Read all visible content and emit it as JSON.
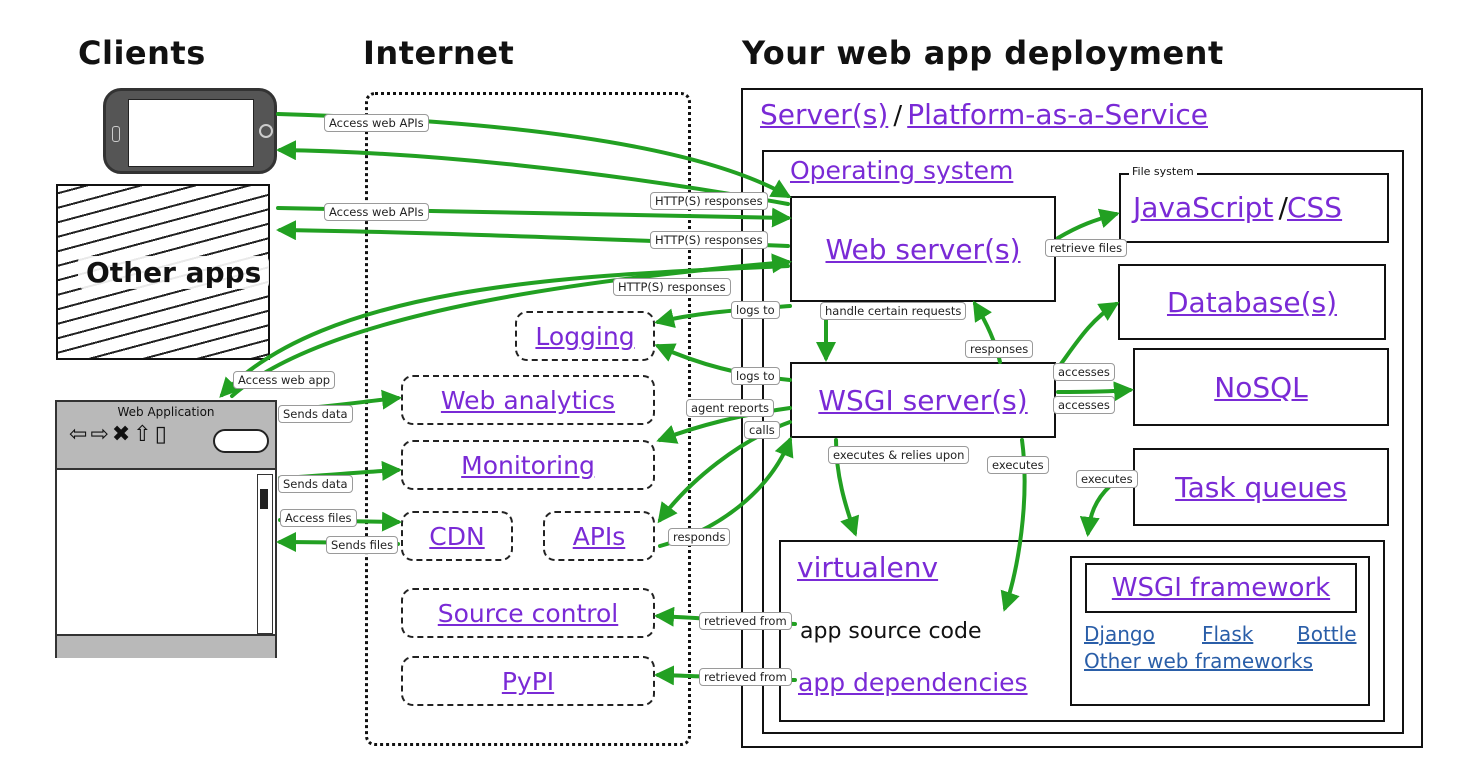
{
  "headings": {
    "clients": "Clients",
    "internet": "Internet",
    "deployment": "Your web app deployment"
  },
  "clients": {
    "other_apps": "Other apps",
    "webapp_title": "Web Application"
  },
  "internet": {
    "logging": "Logging",
    "web_analytics": "Web analytics",
    "monitoring": "Monitoring",
    "cdn": "CDN",
    "apis": "APIs",
    "source_control": "Source control",
    "pypi": "PyPI"
  },
  "deployment": {
    "servers": "Server(s)",
    "separator": "/",
    "paas": "Platform-as-a-Service",
    "operating_system": "Operating system",
    "file_system": "File system",
    "javascript": "JavaScript",
    "slash": "/",
    "css": "CSS",
    "web_servers": "Web server(s)",
    "databases": "Database(s)",
    "wsgi_servers": "WSGI server(s)",
    "nosql": "NoSQL",
    "task_queues": "Task queues",
    "virtualenv": "virtualenv",
    "app_source_code": "app source code",
    "app_dependencies": "app dependencies",
    "wsgi_framework": "WSGI framework",
    "frameworks": [
      "Django",
      "Flask",
      "Bottle"
    ],
    "other_frameworks": "Other web frameworks"
  },
  "edge_labels": {
    "access_web_apis_1": "Access web APIs",
    "access_web_apis_2": "Access web APIs",
    "http_responses_1": "HTTP(S) responses",
    "http_responses_2": "HTTP(S) responses",
    "http_responses_3": "HTTP(S) responses",
    "access_web_app": "Access web app",
    "sends_data_1": "Sends data",
    "sends_data_2": "Sends data",
    "access_files": "Access files",
    "sends_files": "Sends files",
    "logs_to_1": "logs to",
    "logs_to_2": "logs to",
    "handle_certain_requests": "handle certain requests",
    "responses": "responses",
    "retrieve_files": "retrieve files",
    "accesses_1": "accesses",
    "accesses_2": "accesses",
    "agent_reports": "agent reports",
    "calls": "calls",
    "responds": "responds",
    "executes_relies": "executes & relies upon",
    "executes_1": "executes",
    "executes_2": "executes",
    "retrieved_from_1": "retrieved from",
    "retrieved_from_2": "retrieved from"
  },
  "colors": {
    "link_purple": "#7a2ad6",
    "link_blue": "#2a5ea8",
    "arrow_green": "#22a022"
  }
}
